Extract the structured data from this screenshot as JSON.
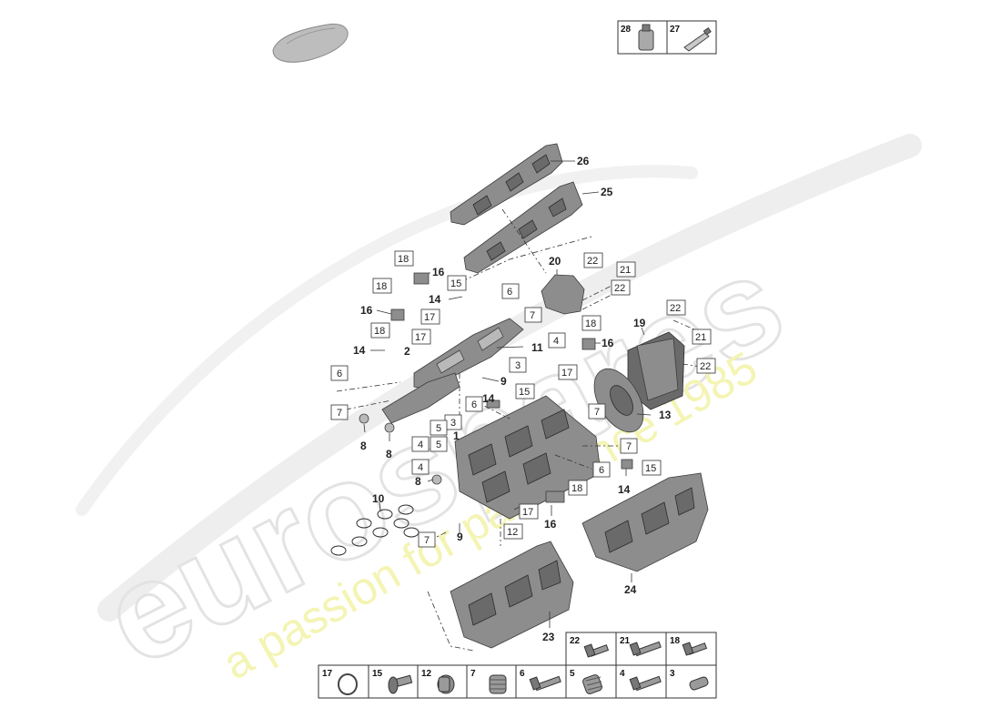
{
  "watermark": {
    "brand": "eurospares",
    "tagline": "a passion for parts since 1985"
  },
  "callouts": [
    {
      "id": "c26",
      "text": "26",
      "boxed": false
    },
    {
      "id": "c25",
      "text": "25",
      "boxed": false
    },
    {
      "id": "c20",
      "text": "20",
      "boxed": false
    },
    {
      "id": "c22a",
      "text": "22",
      "boxed": true
    },
    {
      "id": "c21a",
      "text": "21",
      "boxed": true
    },
    {
      "id": "c22b",
      "text": "22",
      "boxed": true
    },
    {
      "id": "c18a",
      "text": "18",
      "boxed": true
    },
    {
      "id": "c16a",
      "text": "16",
      "boxed": false
    },
    {
      "id": "c15a",
      "text": "15",
      "boxed": true
    },
    {
      "id": "c18b",
      "text": "18",
      "boxed": true
    },
    {
      "id": "c14a",
      "text": "14",
      "boxed": false
    },
    {
      "id": "c16b",
      "text": "16",
      "boxed": false
    },
    {
      "id": "c17a",
      "text": "17",
      "boxed": true
    },
    {
      "id": "c6a",
      "text": "6",
      "boxed": true
    },
    {
      "id": "c7a",
      "text": "7",
      "boxed": true
    },
    {
      "id": "c18c",
      "text": "18",
      "boxed": true
    },
    {
      "id": "c17b",
      "text": "17",
      "boxed": true
    },
    {
      "id": "c4a",
      "text": "4",
      "boxed": true
    },
    {
      "id": "c18d",
      "text": "18",
      "boxed": true
    },
    {
      "id": "c16c",
      "text": "16",
      "boxed": false
    },
    {
      "id": "c22c",
      "text": "22",
      "boxed": true
    },
    {
      "id": "c21b",
      "text": "21",
      "boxed": true
    },
    {
      "id": "c19",
      "text": "19",
      "boxed": false
    },
    {
      "id": "c14b",
      "text": "14",
      "boxed": false
    },
    {
      "id": "c2",
      "text": "2",
      "boxed": false
    },
    {
      "id": "c11",
      "text": "11",
      "boxed": false
    },
    {
      "id": "c22d",
      "text": "22",
      "boxed": true
    },
    {
      "id": "c3a",
      "text": "3",
      "boxed": true
    },
    {
      "id": "c6b",
      "text": "6",
      "boxed": true
    },
    {
      "id": "c9a",
      "text": "9",
      "boxed": false
    },
    {
      "id": "c17c",
      "text": "17",
      "boxed": true
    },
    {
      "id": "c15b",
      "text": "15",
      "boxed": true
    },
    {
      "id": "c14c",
      "text": "14",
      "boxed": false
    },
    {
      "id": "c6c",
      "text": "6",
      "boxed": true
    },
    {
      "id": "c7b",
      "text": "7",
      "boxed": true
    },
    {
      "id": "c7c",
      "text": "7",
      "boxed": true
    },
    {
      "id": "c13",
      "text": "13",
      "boxed": false
    },
    {
      "id": "c3b",
      "text": "3",
      "boxed": true
    },
    {
      "id": "c5a",
      "text": "5",
      "boxed": true
    },
    {
      "id": "c1",
      "text": "1",
      "boxed": false
    },
    {
      "id": "c8a",
      "text": "8",
      "boxed": false
    },
    {
      "id": "c8b",
      "text": "8",
      "boxed": false
    },
    {
      "id": "c4b",
      "text": "4",
      "boxed": true
    },
    {
      "id": "c5b",
      "text": "5",
      "boxed": true
    },
    {
      "id": "c7d",
      "text": "7",
      "boxed": true
    },
    {
      "id": "c4c",
      "text": "4",
      "boxed": true
    },
    {
      "id": "c8c",
      "text": "8",
      "boxed": false
    },
    {
      "id": "c6d",
      "text": "6",
      "boxed": true
    },
    {
      "id": "c15c",
      "text": "15",
      "boxed": true
    },
    {
      "id": "c14d",
      "text": "14",
      "boxed": false
    },
    {
      "id": "c10",
      "text": "10",
      "boxed": false
    },
    {
      "id": "c18e",
      "text": "18",
      "boxed": true
    },
    {
      "id": "c17d",
      "text": "17",
      "boxed": true
    },
    {
      "id": "c16d",
      "text": "16",
      "boxed": false
    },
    {
      "id": "c12",
      "text": "12",
      "boxed": true
    },
    {
      "id": "c7e",
      "text": "7",
      "boxed": true
    },
    {
      "id": "c9b",
      "text": "9",
      "boxed": false
    },
    {
      "id": "c24",
      "text": "24",
      "boxed": false
    },
    {
      "id": "c23",
      "text": "23",
      "boxed": false
    }
  ],
  "top_table": [
    {
      "num": "28",
      "icon": "bottle-icon"
    },
    {
      "num": "27",
      "icon": "tube-icon"
    }
  ],
  "bottom_table_upper": [
    {
      "num": "22",
      "icon": "bolt-short-icon"
    },
    {
      "num": "21",
      "icon": "bolt-long-icon"
    },
    {
      "num": "18",
      "icon": "bolt-short-icon"
    }
  ],
  "bottom_table_lower": [
    {
      "num": "17",
      "icon": "o-ring-icon"
    },
    {
      "num": "15",
      "icon": "flange-bolt-icon"
    },
    {
      "num": "12",
      "icon": "plug-icon"
    },
    {
      "num": "7",
      "icon": "threaded-plug-icon"
    },
    {
      "num": "6",
      "icon": "bolt-long-icon"
    },
    {
      "num": "5",
      "icon": "threaded-insert-icon"
    },
    {
      "num": "4",
      "icon": "bolt-long-icon"
    },
    {
      "num": "3",
      "icon": "set-screw-icon"
    }
  ]
}
